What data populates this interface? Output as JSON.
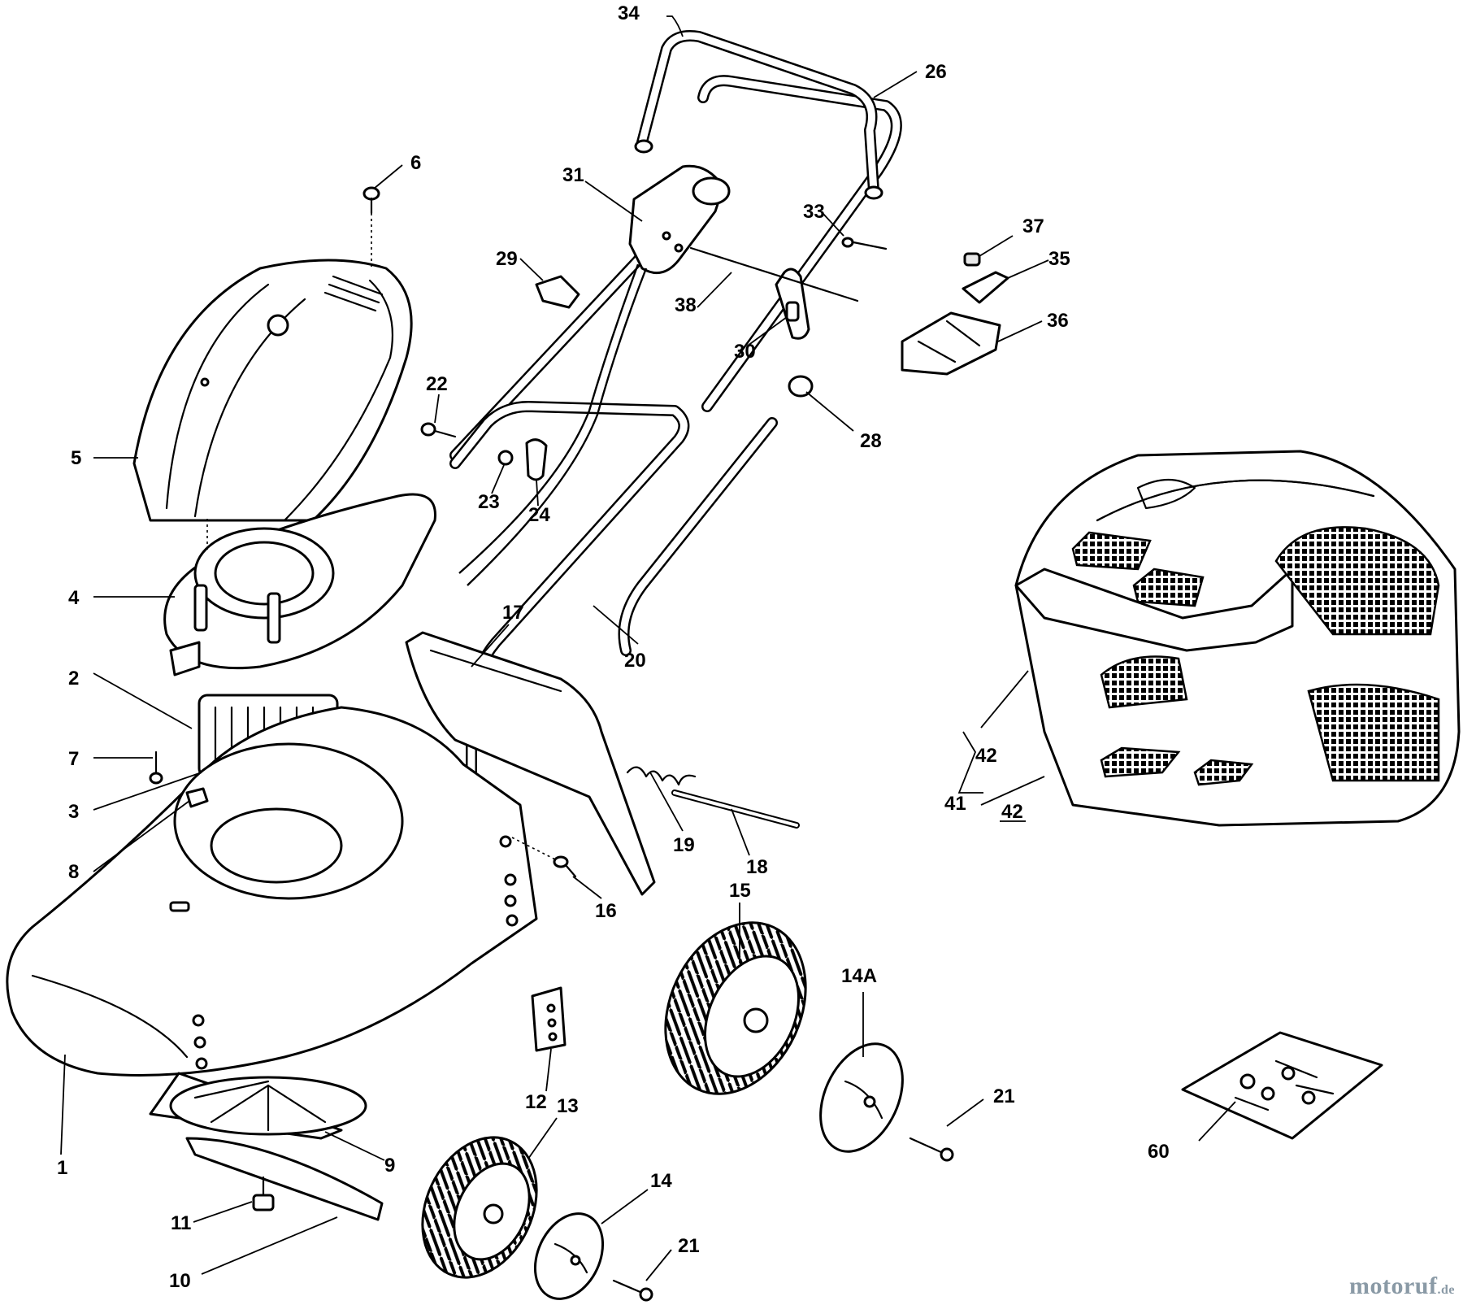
{
  "callouts": {
    "c1": "1",
    "c2": "2",
    "c3": "3",
    "c4": "4",
    "c5": "5",
    "c6": "6",
    "c7": "7",
    "c8": "8",
    "c9": "9",
    "c10": "10",
    "c11": "11",
    "c12": "12",
    "c13": "13",
    "c14": "14",
    "c14A": "14A",
    "c15": "15",
    "c16": "16",
    "c17": "17",
    "c18": "18",
    "c19": "19",
    "c20": "20",
    "c21a": "21",
    "c21b": "21",
    "c22": "22",
    "c23": "23",
    "c24": "24",
    "c26": "26",
    "c28": "28",
    "c29": "29",
    "c30": "30",
    "c31": "31",
    "c33": "33",
    "c34": "34",
    "c35": "35",
    "c36": "36",
    "c37": "37",
    "c38": "38",
    "c41": "41",
    "c42a": "42",
    "c42b": "42",
    "c60": "60"
  },
  "watermark": {
    "main": "motoruf",
    "tld": ".de"
  }
}
